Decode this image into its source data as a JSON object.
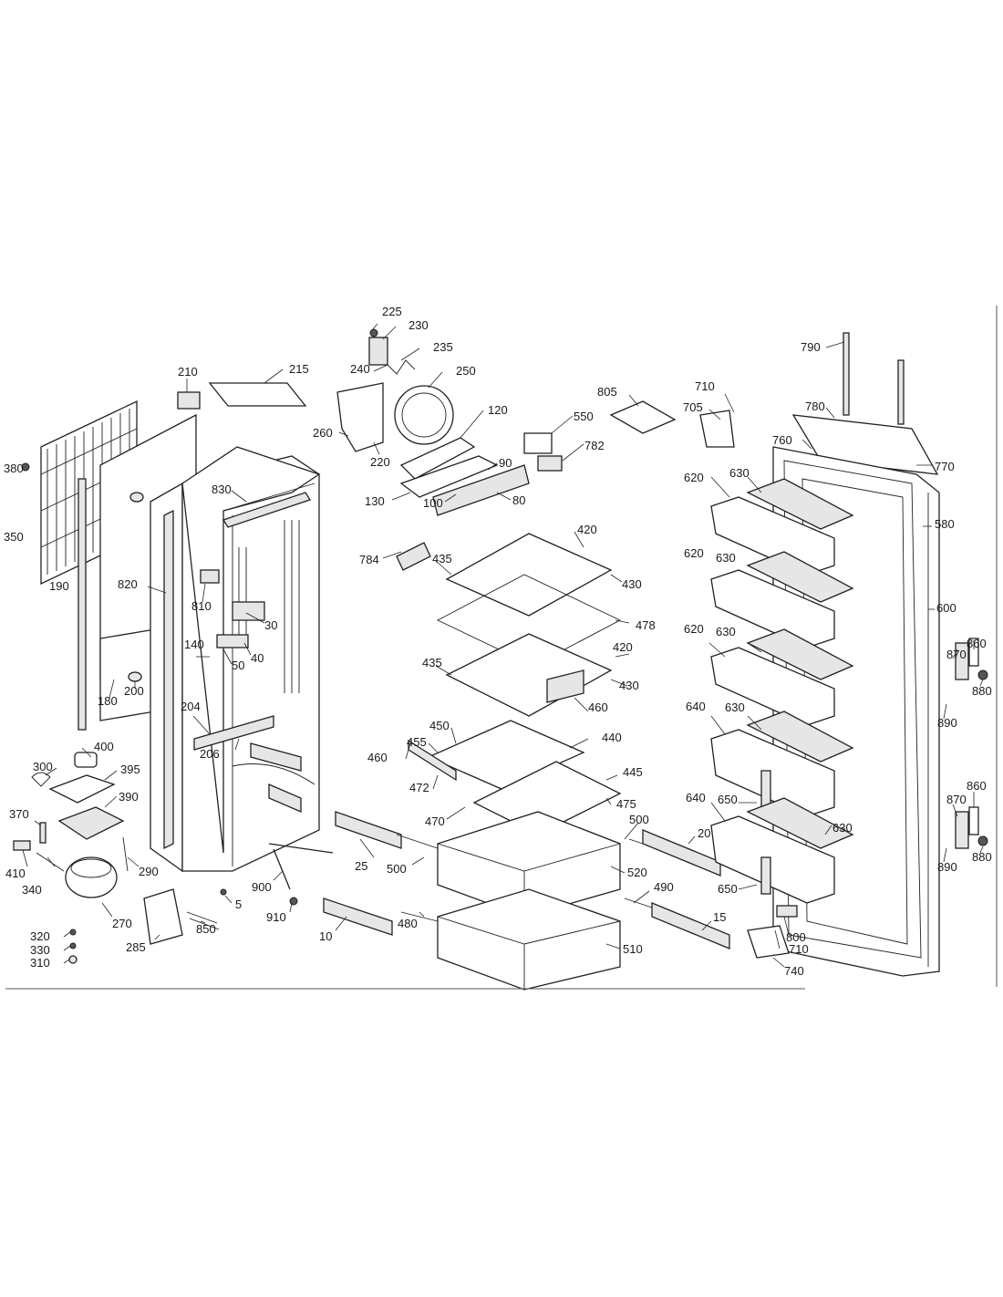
{
  "labels": [
    "225",
    "230",
    "235",
    "240",
    "250",
    "260",
    "220",
    "210",
    "215",
    "120",
    "805",
    "550",
    "782",
    "710",
    "705",
    "790",
    "780",
    "760",
    "770",
    "380",
    "350",
    "190",
    "830",
    "130",
    "100",
    "90",
    "80",
    "784",
    "420",
    "435",
    "430",
    "478",
    "620",
    "630",
    "580",
    "600",
    "820",
    "810",
    "30",
    "40",
    "50",
    "140",
    "180",
    "200",
    "204",
    "206",
    "300",
    "400",
    "395",
    "390",
    "370",
    "410",
    "340",
    "290",
    "270",
    "285",
    "850",
    "5",
    "900",
    "910",
    "320",
    "330",
    "310",
    "25",
    "10",
    "500",
    "480",
    "450",
    "455",
    "460",
    "472",
    "470",
    "440",
    "445",
    "475",
    "520",
    "510",
    "490",
    "15",
    "20",
    "640",
    "650",
    "860",
    "870",
    "880",
    "890",
    "800",
    "740"
  ]
}
